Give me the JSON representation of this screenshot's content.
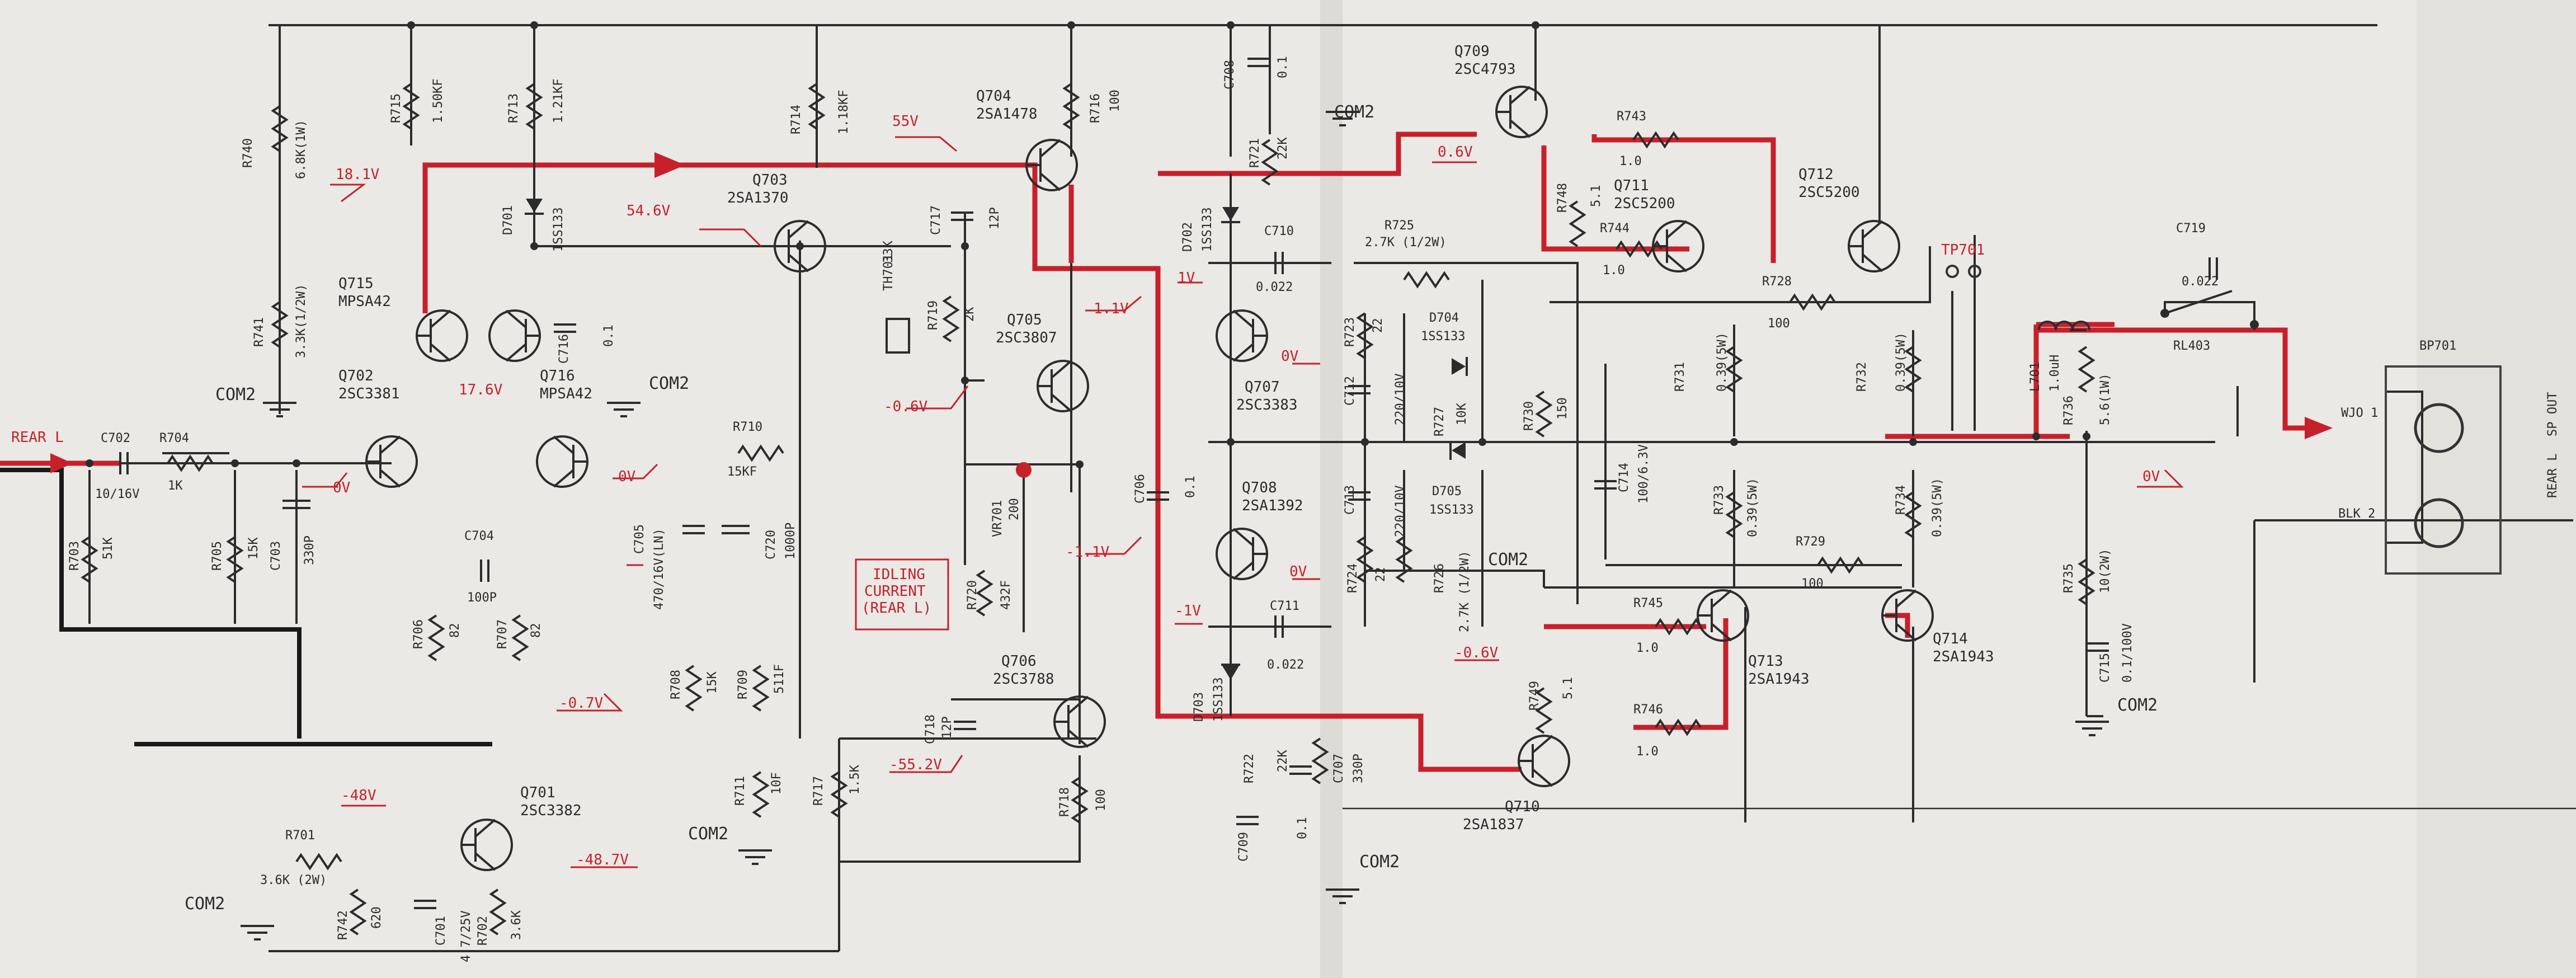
{
  "transistors": [
    {
      "ref": "Q715",
      "part": "MPSA42"
    },
    {
      "ref": "Q716",
      "part": "MPSA42"
    },
    {
      "ref": "Q702",
      "part": "2SC3381"
    },
    {
      "ref": "Q703",
      "part": "2SA1370"
    },
    {
      "ref": "Q704",
      "part": "2SA1478"
    },
    {
      "ref": "Q705",
      "part": "2SC3807"
    },
    {
      "ref": "Q706",
      "part": "2SC3788"
    },
    {
      "ref": "Q707",
      "part": "2SC3383"
    },
    {
      "ref": "Q708",
      "part": "2SA1392"
    },
    {
      "ref": "Q709",
      "part": "2SC4793"
    },
    {
      "ref": "Q710",
      "part": "2SA1837"
    },
    {
      "ref": "Q711",
      "part": "2SC5200"
    },
    {
      "ref": "Q712",
      "part": "2SC5200"
    },
    {
      "ref": "Q713",
      "part": "2SA1943"
    },
    {
      "ref": "Q714",
      "part": "2SA1943"
    },
    {
      "ref": "Q701",
      "part": "2SC3382"
    }
  ],
  "resistors": [
    {
      "ref": "R740",
      "value": "6.8K(1W)"
    },
    {
      "ref": "R715",
      "value": "1.50KF"
    },
    {
      "ref": "R713",
      "value": "1.21KF"
    },
    {
      "ref": "R714",
      "value": "1.18KF"
    },
    {
      "ref": "R716",
      "value": "100"
    },
    {
      "ref": "R721",
      "value": "22K"
    },
    {
      "ref": "R741",
      "value": "3.3K(1/2W)"
    },
    {
      "ref": "R704",
      "value": "1K"
    },
    {
      "ref": "R703",
      "value": "51K"
    },
    {
      "ref": "R705",
      "value": "15K"
    },
    {
      "ref": "R710",
      "value": "15KF"
    },
    {
      "ref": "R706",
      "value": "82"
    },
    {
      "ref": "R707",
      "value": "82"
    },
    {
      "ref": "R708",
      "value": "15K"
    },
    {
      "ref": "R709",
      "value": "511F"
    },
    {
      "ref": "R711",
      "value": "10F"
    },
    {
      "ref": "R717",
      "value": "1.5K"
    },
    {
      "ref": "R719",
      "value": "2K"
    },
    {
      "ref": "R720",
      "value": "432F"
    },
    {
      "ref": "R718",
      "value": "100"
    },
    {
      "ref": "R701",
      "value": "3.6K (2W)"
    },
    {
      "ref": "R742",
      "value": "620"
    },
    {
      "ref": "R702",
      "value": "3.6K"
    },
    {
      "ref": "R722",
      "value": "22K"
    },
    {
      "ref": "R725",
      "value": "2.7K (1/2W)"
    },
    {
      "ref": "R723",
      "value": "22"
    },
    {
      "ref": "R727",
      "value": "10K"
    },
    {
      "ref": "R724",
      "value": "22"
    },
    {
      "ref": "R726",
      "value": "2.7K (1/2W)"
    },
    {
      "ref": "R748",
      "value": "5.1"
    },
    {
      "ref": "R743",
      "value": "1.0"
    },
    {
      "ref": "R744",
      "value": "1.0"
    },
    {
      "ref": "R728",
      "value": "100"
    },
    {
      "ref": "R730",
      "value": "150"
    },
    {
      "ref": "R731",
      "value": "0.39(5W)"
    },
    {
      "ref": "R732",
      "value": "0.39(5W)"
    },
    {
      "ref": "R733",
      "value": "0.39(5W)"
    },
    {
      "ref": "R734",
      "value": "0.39(5W)"
    },
    {
      "ref": "R729",
      "value": "100"
    },
    {
      "ref": "R745",
      "value": "1.0"
    },
    {
      "ref": "R746",
      "value": "1.0"
    },
    {
      "ref": "R749",
      "value": "5.1"
    },
    {
      "ref": "R736",
      "value": "5.6(1W)"
    },
    {
      "ref": "R735",
      "value": "10(2W)"
    }
  ],
  "capacitors": [
    {
      "ref": "C702",
      "value": "10/16V"
    },
    {
      "ref": "C703",
      "value": "330P"
    },
    {
      "ref": "C704",
      "value": "100P"
    },
    {
      "ref": "C705",
      "value": "470/16V(LN)"
    },
    {
      "ref": "C720",
      "value": "1000P"
    },
    {
      "ref": "C716",
      "value": "0.1"
    },
    {
      "ref": "C717",
      "value": "12P"
    },
    {
      "ref": "C718",
      "value": "12P"
    },
    {
      "ref": "C701",
      "value": "4.7/25V"
    },
    {
      "ref": "C706",
      "value": "0.1"
    },
    {
      "ref": "C708",
      "value": "0.1"
    },
    {
      "ref": "C710",
      "value": "0.022"
    },
    {
      "ref": "C711",
      "value": "0.022"
    },
    {
      "ref": "C712",
      "value": "220/10V"
    },
    {
      "ref": "C713",
      "value": "220/10V"
    },
    {
      "ref": "C714",
      "value": "100/6.3V"
    },
    {
      "ref": "C707",
      "value": "330P"
    },
    {
      "ref": "C709",
      "value": "0.1"
    },
    {
      "ref": "C719",
      "value": "0.022"
    },
    {
      "ref": "C715",
      "value": "0.1/100V"
    }
  ],
  "diodes": [
    {
      "ref": "D701",
      "part": "1SS133"
    },
    {
      "ref": "D702",
      "part": "1SS133"
    },
    {
      "ref": "D703",
      "part": "1SS133"
    },
    {
      "ref": "D704",
      "part": "1SS133"
    },
    {
      "ref": "D705",
      "part": "1SS133"
    }
  ],
  "others": {
    "thermistor": {
      "ref": "TH701",
      "value": "33K"
    },
    "vr": {
      "ref": "VR701",
      "value": "200"
    },
    "inductor": {
      "ref": "L701",
      "value": "1.0uH"
    },
    "relay": "RL403",
    "testpoint": "TP701",
    "connector": "BP701",
    "out_plus": "WJO 1",
    "out_minus": "BLK 2",
    "sp_out_1": "SP OUT",
    "sp_out_2": "REAR L",
    "input": "REAR L",
    "idling": "IDLING\nCURRENT\n(REAR L)",
    "com": "COM2"
  },
  "voltages": {
    "v1": "18.1V",
    "v2": "54.6V",
    "v3": "55V",
    "v4": "17.6V",
    "v5": "-0.6V",
    "v6": "0V",
    "v7": "0V",
    "v8": "-0.7V",
    "v9": "-48V",
    "v10": "-48.7V",
    "v11": "-55.2V",
    "v12": "1.1V",
    "v13": "-1.1V",
    "v14": "1V",
    "v15": "0V",
    "v16": "0V",
    "v17": "-1V",
    "v18": "0.6V",
    "v19": "-0.6V",
    "v20": "0V"
  }
}
